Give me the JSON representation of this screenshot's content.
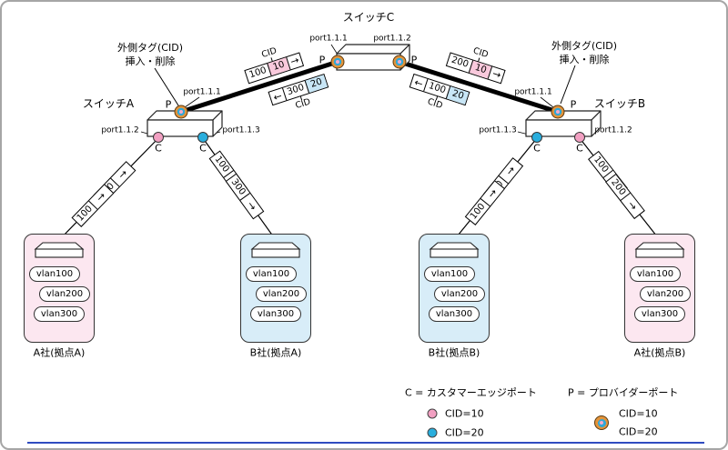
{
  "switches": {
    "c": {
      "label": "スイッチC",
      "p_left_label": "P",
      "p_right_label": "P",
      "port_left": "port1.1.1",
      "port_right": "port1.1.2"
    },
    "a": {
      "label": "スイッチA",
      "p_label": "P",
      "port_top": "port1.1.1",
      "port_left": "port1.1.2",
      "port_right": "port1.1.3",
      "c_left_label": "C",
      "c_right_label": "C"
    },
    "b": {
      "label": "スイッチB",
      "p_label": "P",
      "port_top": "port1.1.1",
      "port_left": "port1.1.3",
      "port_right": "port1.1.2",
      "c_left_label": "C",
      "c_right_label": "C"
    }
  },
  "annotations": {
    "left": {
      "line1": "外側タグ(CID)",
      "line2": "挿入・削除"
    },
    "right": {
      "line1": "外側タグ(CID)",
      "line2": "挿入・削除"
    }
  },
  "trunk_tags": {
    "ac_top": {
      "cid_label": "CID",
      "vlan": "100",
      "cid": "10",
      "arrow": "→"
    },
    "ac_bottom": {
      "cid_label": "CID",
      "vlan": "300",
      "cid": "20",
      "arrow": "←"
    },
    "cb_top": {
      "cid_label": "CID",
      "vlan": "200",
      "cid": "10",
      "arrow": "→"
    },
    "cb_bottom": {
      "cid_label": "CID",
      "vlan": "100",
      "cid": "20",
      "arrow": "←"
    }
  },
  "access_tags": {
    "a_left": {
      "upper": "200",
      "lower": "100",
      "arrow": "→"
    },
    "a_right": {
      "upper": "100",
      "lower": "300",
      "arrow": "→"
    },
    "b_left": {
      "upper": "300",
      "lower": "100",
      "arrow": "→"
    },
    "b_right": {
      "upper": "100",
      "lower": "200",
      "arrow": "→"
    }
  },
  "sites": [
    {
      "name": "A社(拠点A)",
      "type": "pink",
      "vlans": [
        "vlan100",
        "vlan200",
        "vlan300"
      ]
    },
    {
      "name": "B社(拠点A)",
      "type": "blue",
      "vlans": [
        "vlan100",
        "vlan200",
        "vlan300"
      ]
    },
    {
      "name": "B社(拠点B)",
      "type": "blue",
      "vlans": [
        "vlan100",
        "vlan200",
        "vlan300"
      ]
    },
    {
      "name": "A社(拠点B)",
      "type": "pink",
      "vlans": [
        "vlan100",
        "vlan200",
        "vlan300"
      ]
    }
  ],
  "legend": {
    "c_title": "C = カスタマーエッジポート",
    "c_cid10": "CID=10",
    "c_cid20": "CID=20",
    "p_title": "P = プロバイダーポート",
    "p_cid10": "CID=10",
    "p_cid20": "CID=20"
  },
  "colors": {
    "cid10_pink": "#f2a0c2",
    "cid20_blue": "#29aedd",
    "tag10_bg": "#f9c9dc",
    "tag20_bg": "#c8e6f6",
    "site_pink_bg": "#fce7f0",
    "site_blue_bg": "#d8edf8",
    "provider_ring_outer": "#e3933a",
    "provider_ring_mid": "#2fa8d8",
    "provider_ring_core": "#f5aac9",
    "footer_line": "#2f4bc0",
    "frame_border": "#a6a6a6"
  }
}
